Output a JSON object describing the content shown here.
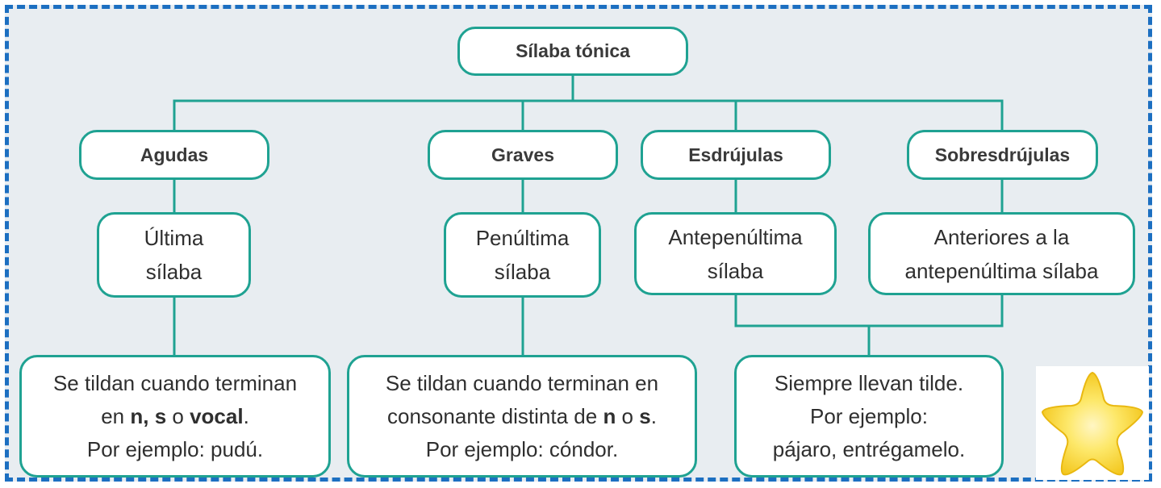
{
  "root": {
    "label": "Sílaba tónica"
  },
  "categories": [
    {
      "key": "agudas",
      "label": "Agudas",
      "definition": [
        "Última",
        "sílaba"
      ]
    },
    {
      "key": "graves",
      "label": "Graves",
      "definition": [
        "Penúltima",
        "sílaba"
      ]
    },
    {
      "key": "esdrujulas",
      "label": "Esdrújulas",
      "definition": [
        "Antepenúltima",
        "sílaba"
      ]
    },
    {
      "key": "sobresdrujulas",
      "label": "Sobresdrújulas",
      "definition": [
        "Anteriores a la",
        "antepenúltima sílaba"
      ]
    }
  ],
  "rules": {
    "agudas": {
      "line1": "Se tildan cuando terminan",
      "line2_pre": "en ",
      "line2_b1": "n",
      "line2_sep1": ", ",
      "line2_b2": "s",
      "line2_mid": " o ",
      "line2_b3": "vocal",
      "line2_end": ".",
      "line3": "Por ejemplo: pudú."
    },
    "graves": {
      "line1": "Se tildan cuando terminan en",
      "line2_pre": "consonante distinta de ",
      "line2_b1": "n",
      "line2_mid": " o ",
      "line2_b2": "s",
      "line2_end": ".",
      "line3": "Por ejemplo: cóndor."
    },
    "esdrujulas_sobresdrujulas": {
      "line1": "Siempre llevan tilde.",
      "line2": "Por ejemplo:",
      "line3": "pájaro, entrégamelo."
    }
  },
  "colors": {
    "connector": "#1fa292",
    "border_dashed": "#1c6fc1",
    "background": "#e8edf1",
    "star": "#f8e64a"
  },
  "decoration": {
    "icon": "star-icon"
  }
}
